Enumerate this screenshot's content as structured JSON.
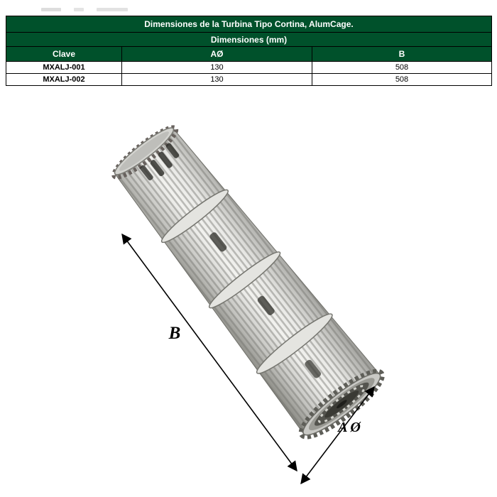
{
  "table": {
    "title": "Dimensiones de la Turbina Tipo Cortina, AlumCage.",
    "subtitle": "Dimensiones (mm)",
    "columns": [
      "Clave",
      "AØ",
      "B"
    ],
    "rows": [
      {
        "clave": "MXALJ-001",
        "a": "130",
        "b": "508"
      },
      {
        "clave": "MXALJ-002",
        "a": "130",
        "b": "508"
      }
    ],
    "colors": {
      "header_bg": "#00512B",
      "header_text": "#FFFFFF",
      "clave_text": "#C00000",
      "border": "#000000"
    }
  },
  "diagram": {
    "label_b": "B",
    "label_a": "A Ø"
  }
}
